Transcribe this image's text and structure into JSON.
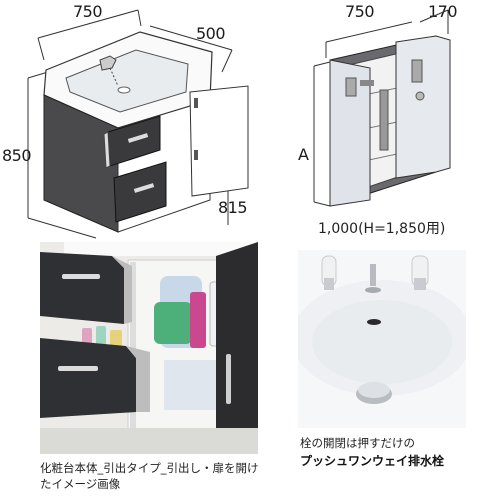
{
  "vanity_diagram": {
    "dim_width": "750",
    "dim_depth": "500",
    "dim_height": "850",
    "dim_lower": "815"
  },
  "mirror_diagram": {
    "dim_width": "750",
    "dim_depth": "170",
    "dim_height_label": "A",
    "footnote": "1,000(H=1,850用)"
  },
  "photo_interior": {
    "caption": "化粧台本体_引出タイプ_引出し・扉を開けたイメージ画像"
  },
  "photo_faucet": {
    "caption_line1": "栓の開閉は押すだけの",
    "caption_line2": "プッシュワンウェイ排水栓"
  },
  "colors": {
    "line": "#333333",
    "drawer_dark": "#2b2b2d",
    "porcelain": "#f4f5f7"
  }
}
